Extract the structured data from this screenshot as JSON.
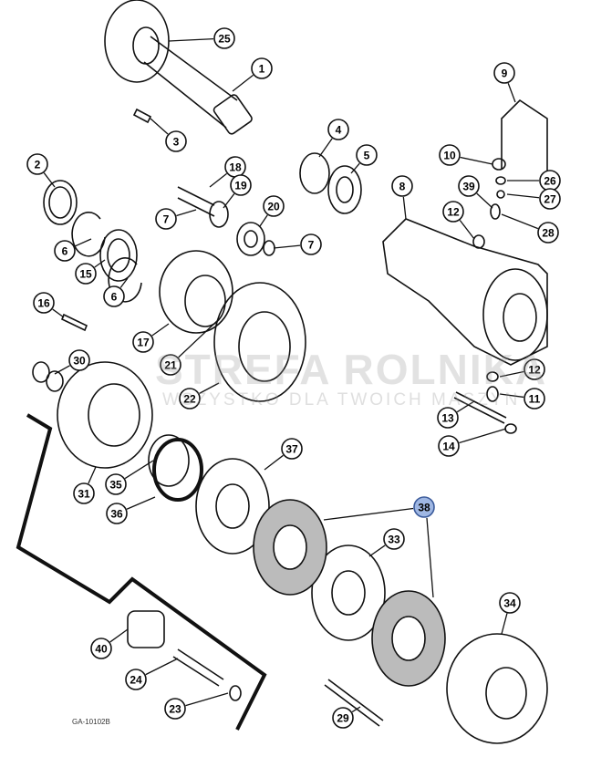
{
  "title": "Exploded parts diagram - brake assembly",
  "watermark": {
    "line1": "STREFA ROLNIKA",
    "line2": "WSZYSTKO DLA TWOICH MASZYN"
  },
  "drawing_code": "GA-10102B",
  "highlighted_callout": "38",
  "colors": {
    "line": "#111111",
    "highlight_fill": "#9fb7e3",
    "watermark": "#c9c9c9",
    "watermark_red": "#e6a0a0"
  },
  "callouts": [
    "25",
    "1",
    "3",
    "9",
    "4",
    "5",
    "2",
    "18",
    "19",
    "10",
    "26",
    "27",
    "39",
    "8",
    "20",
    "7",
    "7",
    "12",
    "28",
    "6",
    "15",
    "6",
    "16",
    "17",
    "30",
    "21",
    "22",
    "12",
    "11",
    "13",
    "14",
    "37",
    "31",
    "35",
    "36",
    "38",
    "33",
    "34",
    "40",
    "24",
    "23",
    "29"
  ]
}
